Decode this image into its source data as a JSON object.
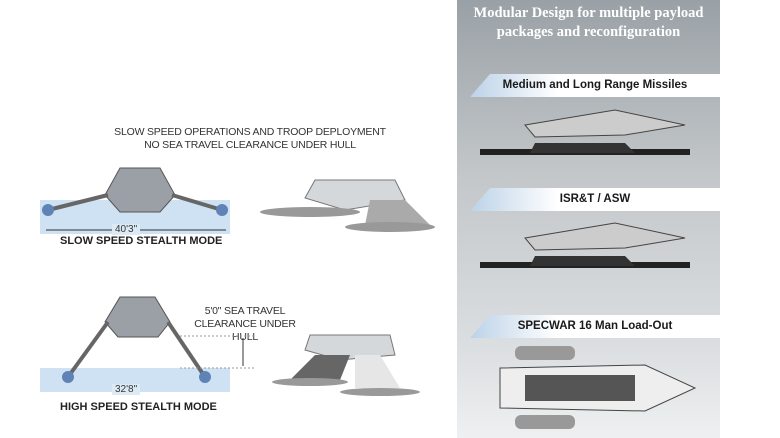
{
  "left": {
    "slow_caption_1": "SLOW SPEED OPERATIONS AND TROOP DEPLOYMENT",
    "slow_caption_2": "NO SEA TRAVEL CLEARANCE UNDER HULL",
    "slow_width": "40'3\"",
    "slow_mode": "SLOW SPEED STEALTH MODE",
    "high_caption_1": "5'0\" SEA TRAVEL",
    "high_caption_2": "CLEARANCE UNDER HULL",
    "high_width": "32'8\"",
    "high_mode": "HIGH SPEED STEALTH MODE"
  },
  "right": {
    "title_1": "Modular Design for multiple payload",
    "title_2": "packages and reconfiguration",
    "banners": [
      "Medium and Long Range Missiles",
      "ISR&T / ASW",
      "SPECWAR 16 Man Load-Out"
    ]
  },
  "colors": {
    "water": "#cfe2f3",
    "panel": "#b0b5b9",
    "hull": "#8a8f94"
  }
}
